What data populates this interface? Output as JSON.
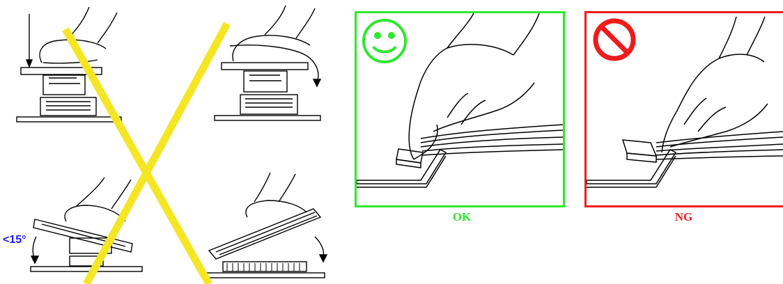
{
  "left_figure": {
    "angle_label": "<15°",
    "angle_color": "#1a1aff",
    "cross_color": "#f5e625"
  },
  "ok_panel": {
    "caption": "OK",
    "color": "#2ee82e",
    "icon": "smiley-face-icon"
  },
  "ng_panel": {
    "caption": "NG",
    "color": "#ee1c1c",
    "icon": "prohibition-icon"
  }
}
